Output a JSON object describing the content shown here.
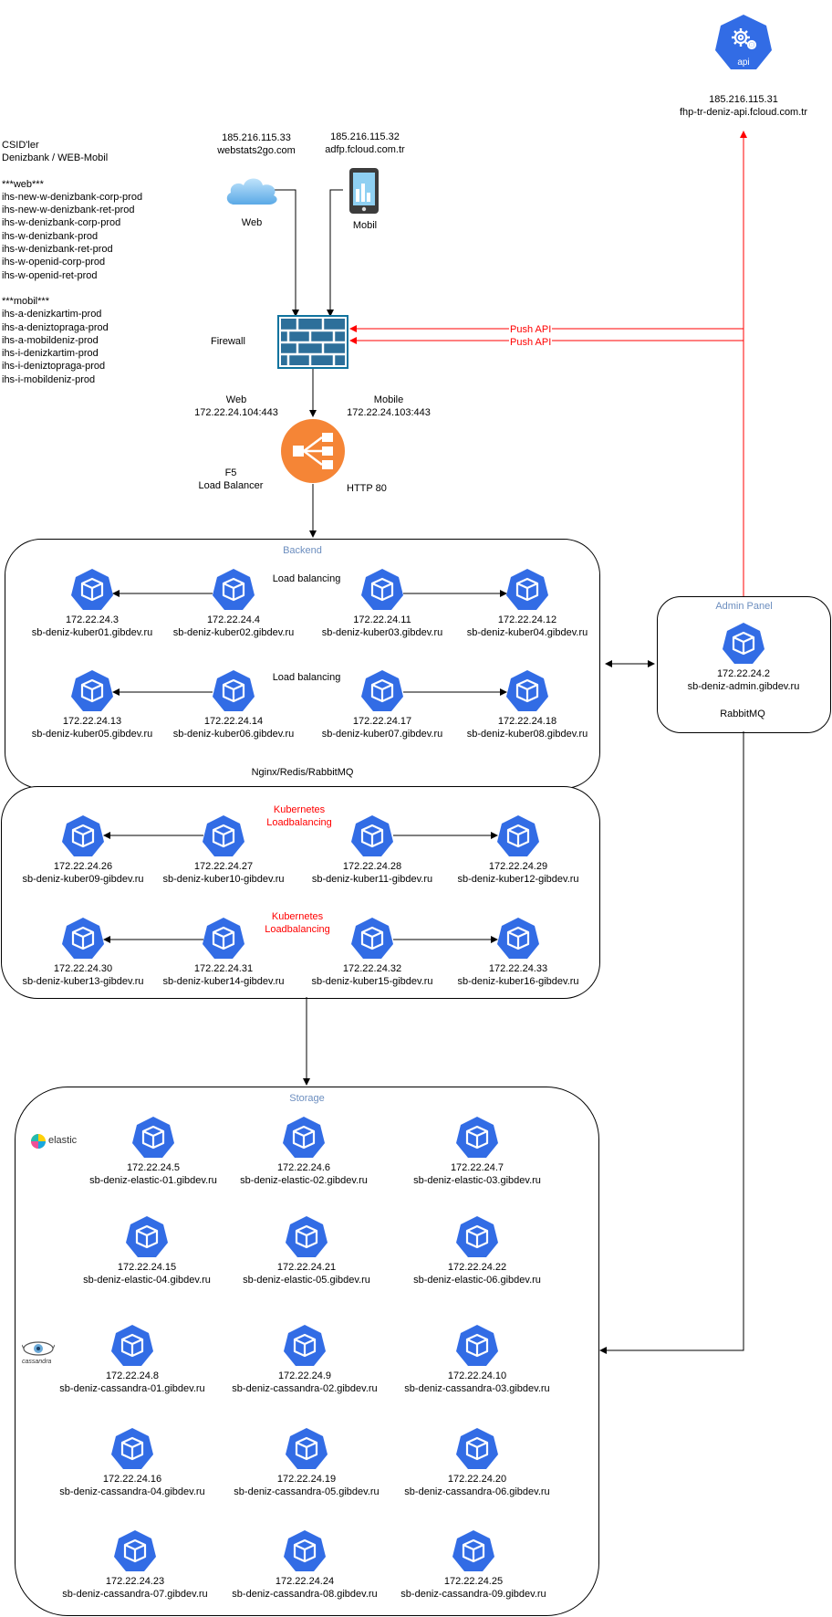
{
  "api": {
    "icon_label": "api",
    "ip": "185.216.115.31",
    "host": "fhp-tr-deniz-api.fcloud.com.tr"
  },
  "web_client": {
    "ip": "185.216.115.33",
    "host": "webstats2go.com",
    "label": "Web"
  },
  "mobile_client": {
    "ip": "185.216.115.32",
    "host": "adfp.fcloud.com.tr",
    "label": "Mobil"
  },
  "csid": {
    "title": "CSID'ler",
    "subtitle": "Denizbank / WEB-Mobil",
    "web_header": "***web***",
    "web_items": [
      "ihs-new-w-denizbank-corp-prod",
      "ihs-new-w-denizbank-ret-prod",
      "ihs-w-denizbank-corp-prod",
      "ihs-w-denizbank-prod",
      "ihs-w-denizbank-ret-prod",
      "ihs-w-openid-corp-prod",
      "ihs-w-openid-ret-prod"
    ],
    "mobil_header": "***mobil***",
    "mobil_items": [
      "ihs-a-denizkartim-prod",
      "ihs-a-deniztopraga-prod",
      "ihs-a-mobildeniz-prod",
      "ihs-i-denizkartim-prod",
      "ihs-i-deniztopraga-prod",
      "ihs-i-mobildeniz-prod"
    ]
  },
  "firewall": {
    "label": "Firewall"
  },
  "push_api": [
    "Push API",
    "Push API"
  ],
  "f5": {
    "web_label": "Web",
    "web_addr": "172.22.24.104:443",
    "mobile_label": "Mobile",
    "mobile_addr": "172.22.24.103:443",
    "name_1": "F5",
    "name_2": "Load Balancer",
    "http": "HTTP 80"
  },
  "backend": {
    "title": "Backend",
    "lb_labels": [
      "Load balancing",
      "Load balancing"
    ],
    "footer": "Nginx/Redis/RabbitMQ",
    "nodes": [
      {
        "ip": "172.22.24.3",
        "host": "sb-deniz-kuber01.gibdev.ru"
      },
      {
        "ip": "172.22.24.4",
        "host": "sb-deniz-kuber02.gibdev.ru"
      },
      {
        "ip": "172.22.24.11",
        "host": "sb-deniz-kuber03.gibdev.ru"
      },
      {
        "ip": "172.22.24.12",
        "host": "sb-deniz-kuber04.gibdev.ru"
      },
      {
        "ip": "172.22.24.13",
        "host": "sb-deniz-kuber05.gibdev.ru"
      },
      {
        "ip": "172.22.24.14",
        "host": "sb-deniz-kuber06.gibdev.ru"
      },
      {
        "ip": "172.22.24.17",
        "host": "sb-deniz-kuber07.gibdev.ru"
      },
      {
        "ip": "172.22.24.18",
        "host": "sb-deniz-kuber08.gibdev.ru"
      }
    ]
  },
  "k8s_cluster": {
    "lb_labels": [
      [
        "Kubernetes",
        "Loadbalancing"
      ],
      [
        "Kubernetes",
        "Loadbalancing"
      ]
    ],
    "nodes": [
      {
        "ip": "172.22.24.26",
        "host": "sb-deniz-kuber09-gibdev.ru"
      },
      {
        "ip": "172.22.24.27",
        "host": "sb-deniz-kuber10-gibdev.ru"
      },
      {
        "ip": "172.22.24.28",
        "host": "sb-deniz-kuber11-gibdev.ru"
      },
      {
        "ip": "172.22.24.29",
        "host": "sb-deniz-kuber12-gibdev.ru"
      },
      {
        "ip": "172.22.24.30",
        "host": "sb-deniz-kuber13-gibdev.ru"
      },
      {
        "ip": "172.22.24.31",
        "host": "sb-deniz-kuber14-gibdev.ru"
      },
      {
        "ip": "172.22.24.32",
        "host": "sb-deniz-kuber15-gibdev.ru"
      },
      {
        "ip": "172.22.24.33",
        "host": "sb-deniz-kuber16-gibdev.ru"
      }
    ]
  },
  "admin": {
    "title": "Admin Panel",
    "ip": "172.22.24.2",
    "host": "sb-deniz-admin.gibdev.ru",
    "footer": "RabbitMQ"
  },
  "storage": {
    "title": "Storage",
    "elastic_logo": "elastic",
    "cassandra_logo": "cassandra",
    "nodes": [
      {
        "ip": "172.22.24.5",
        "host": "sb-deniz-elastic-01.gibdev.ru"
      },
      {
        "ip": "172.22.24.6",
        "host": "sb-deniz-elastic-02.gibdev.ru"
      },
      {
        "ip": "172.22.24.7",
        "host": "sb-deniz-elastic-03.gibdev.ru"
      },
      {
        "ip": "172.22.24.15",
        "host": "sb-deniz-elastic-04.gibdev.ru"
      },
      {
        "ip": "172.22.24.21",
        "host": "sb-deniz-elastic-05.gibdev.ru"
      },
      {
        "ip": "172.22.24.22",
        "host": "sb-deniz-elastic-06.gibdev.ru"
      },
      {
        "ip": "172.22.24.8",
        "host": "sb-deniz-cassandra-01.gibdev.ru"
      },
      {
        "ip": "172.22.24.9",
        "host": "sb-deniz-cassandra-02.gibdev.ru"
      },
      {
        "ip": "172.22.24.10",
        "host": "sb-deniz-cassandra-03.gibdev.ru"
      },
      {
        "ip": "172.22.24.16",
        "host": "sb-deniz-cassandra-04.gibdev.ru"
      },
      {
        "ip": "172.22.24.19",
        "host": "sb-deniz-cassandra-05.gibdev.ru"
      },
      {
        "ip": "172.22.24.20",
        "host": "sb-deniz-cassandra-06.gibdev.ru"
      },
      {
        "ip": "172.22.24.23",
        "host": "sb-deniz-cassandra-07.gibdev.ru"
      },
      {
        "ip": "172.22.24.24",
        "host": "sb-deniz-cassandra-08.gibdev.ru"
      },
      {
        "ip": "172.22.24.25",
        "host": "sb-deniz-cassandra-09.gibdev.ru"
      }
    ]
  },
  "colors": {
    "k8s_blue": "#326ce5",
    "red_line": "#ff0000",
    "group_title": "#6c8ebf",
    "f5_orange": "#f58536"
  }
}
